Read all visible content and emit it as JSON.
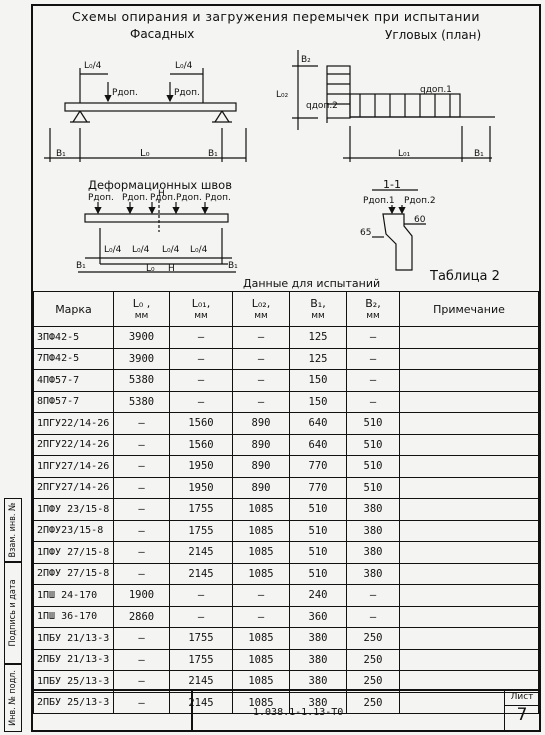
{
  "header": {
    "title": "Схемы опирания и загружения перемычек при испытании",
    "facade_label": "Фасадных",
    "corner_label": "Угловых (план)",
    "joints_label": "Деформационных швов",
    "section_label": "1-1",
    "test_data_label": "Данные для испытаний",
    "table_label": "Таблица 2"
  },
  "diagram_labels": {
    "p_load": "Pдоп.",
    "p_load1": "Pдоп.1",
    "p_load2": "Pдоп.2",
    "q_load": "qдоп.1",
    "q_load2": "qдоп.2",
    "l0": "L₀",
    "l0_quarter": "L₀/4",
    "l01": "L₀₁",
    "l02": "L₀₂",
    "b1": "B₁",
    "b2": "B₂",
    "dim_60": "60",
    "dim_65": "65",
    "joint_mark": "H"
  },
  "table": {
    "headers": [
      "Марка",
      "L₀ ,",
      "L₀₁,",
      "L₀₂,",
      "B₁,",
      "B₂,",
      "Примечание"
    ],
    "units": [
      "",
      "мм",
      "мм",
      "мм",
      "мм",
      "мм",
      ""
    ],
    "rows": [
      [
        "3ПФ42-5",
        "3900",
        "—",
        "—",
        "125",
        "—",
        ""
      ],
      [
        "7ПФ42-5",
        "3900",
        "—",
        "—",
        "125",
        "—",
        ""
      ],
      [
        "4ПФ57-7",
        "5380",
        "—",
        "—",
        "150",
        "—",
        ""
      ],
      [
        "8ПФ57-7",
        "5380",
        "—",
        "—",
        "150",
        "—",
        ""
      ],
      [
        "1ПГУ22/14-26",
        "—",
        "1560",
        "890",
        "640",
        "510",
        ""
      ],
      [
        "2ПГУ22/14-26",
        "—",
        "1560",
        "890",
        "640",
        "510",
        ""
      ],
      [
        "1ПГУ27/14-26",
        "—",
        "1950",
        "890",
        "770",
        "510",
        ""
      ],
      [
        "2ПГУ27/14-26",
        "—",
        "1950",
        "890",
        "770",
        "510",
        ""
      ],
      [
        "1ПФУ 23/15-8",
        "—",
        "1755",
        "1085",
        "510",
        "380",
        ""
      ],
      [
        "2ПФУ23/15-8",
        "—",
        "1755",
        "1085",
        "510",
        "380",
        ""
      ],
      [
        "1ПФУ 27/15-8",
        "—",
        "2145",
        "1085",
        "510",
        "380",
        ""
      ],
      [
        "2ПФУ 27/15-8",
        "—",
        "2145",
        "1085",
        "510",
        "380",
        ""
      ],
      [
        "1ПШ 24-170",
        "1900",
        "—",
        "—",
        "240",
        "—",
        ""
      ],
      [
        "1ПШ 36-170",
        "2860",
        "—",
        "—",
        "360",
        "—",
        ""
      ],
      [
        "1ПБУ 21/13-3",
        "—",
        "1755",
        "1085",
        "380",
        "250",
        ""
      ],
      [
        "2ПБУ 21/13-3",
        "—",
        "1755",
        "1085",
        "380",
        "250",
        ""
      ],
      [
        "1ПБУ 25/13-3",
        "—",
        "2145",
        "1085",
        "380",
        "250",
        ""
      ],
      [
        "2ПБУ 25/13-3",
        "—",
        "2145",
        "1085",
        "380",
        "250",
        ""
      ]
    ]
  },
  "title_block": {
    "doc_number": "1.038.1-1.13-Т0",
    "sheet_label": "Лист",
    "sheet_number": "7"
  },
  "side_stamp": {
    "cells": [
      "Инв. № подл.",
      "Подпись и дата",
      "Взам. инв. №"
    ]
  }
}
